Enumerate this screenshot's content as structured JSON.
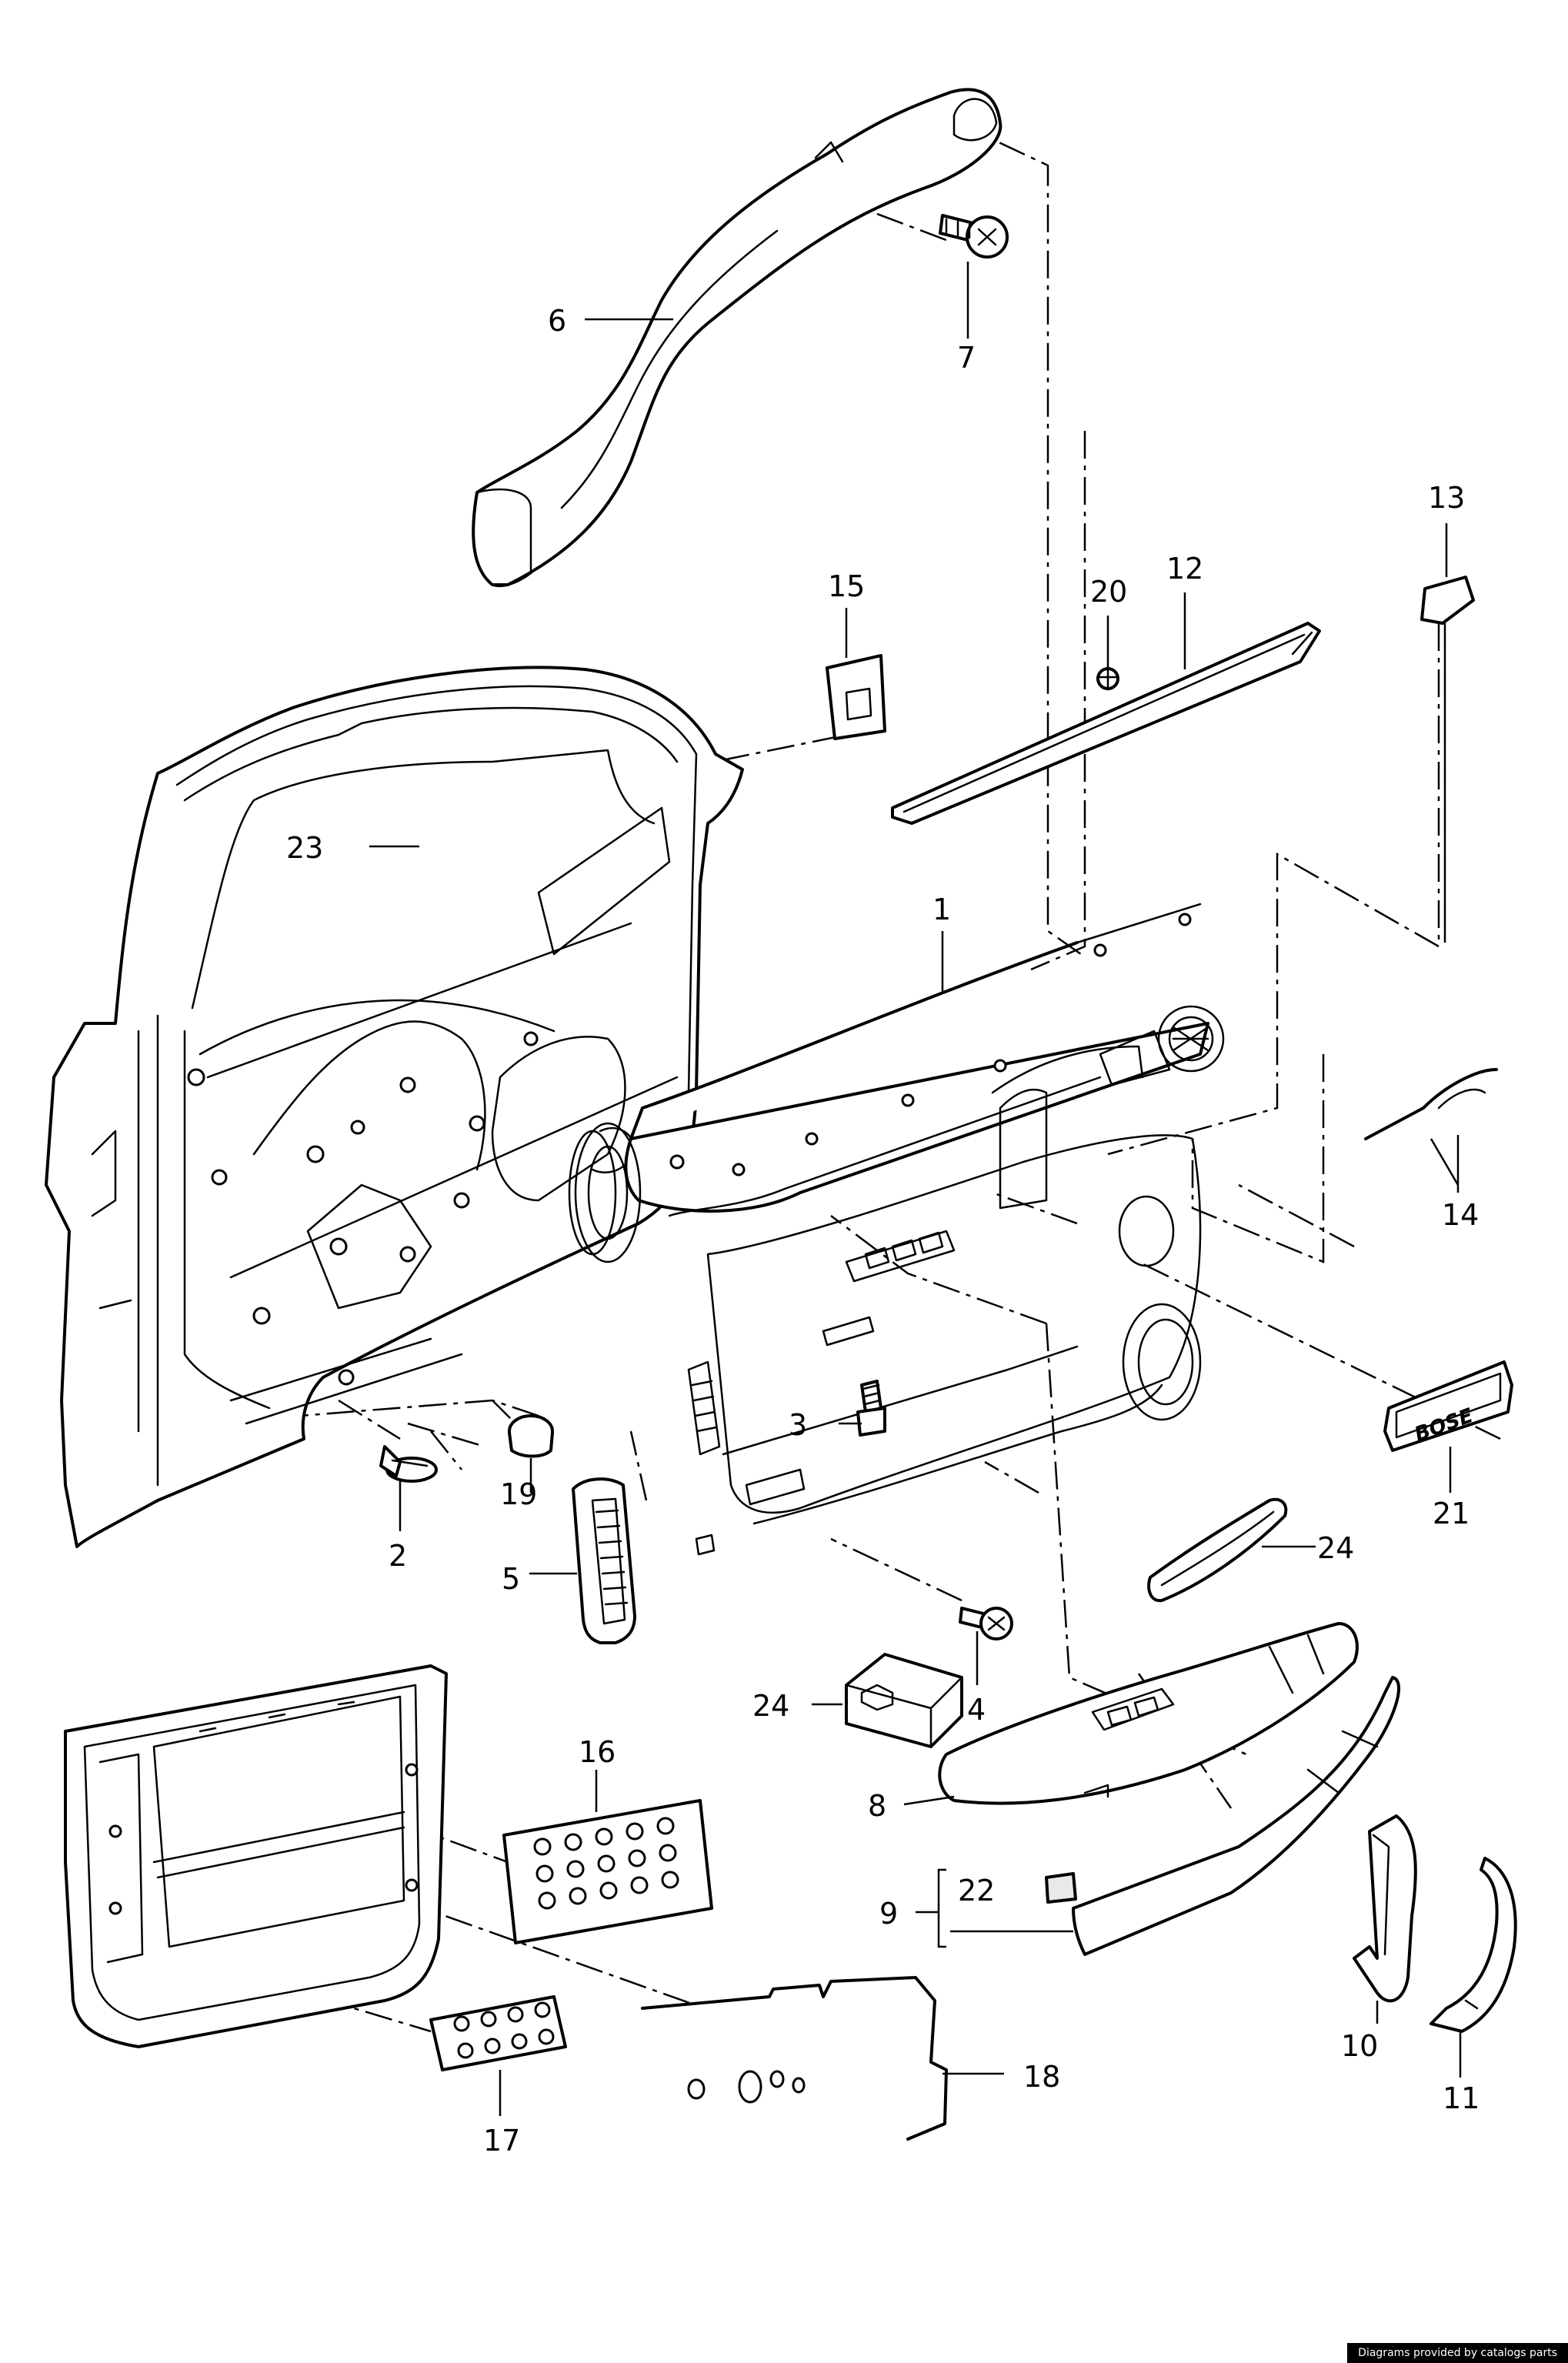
{
  "callouts": {
    "c1": "1",
    "c2": "2",
    "c3": "3",
    "c4": "4",
    "c5": "5",
    "c6": "6",
    "c7": "7",
    "c8": "8",
    "c9": "9",
    "c10": "10",
    "c11": "11",
    "c12": "12",
    "c13": "13",
    "c14": "14",
    "c15": "15",
    "c16": "16",
    "c17": "17",
    "c18": "18",
    "c19": "19",
    "c20": "20",
    "c21": "21",
    "c22": "22",
    "c23": "23",
    "c24a": "24",
    "c24b": "24"
  },
  "emblem_text": "BOSE",
  "footer": "Diagrams provided by catalogs parts"
}
